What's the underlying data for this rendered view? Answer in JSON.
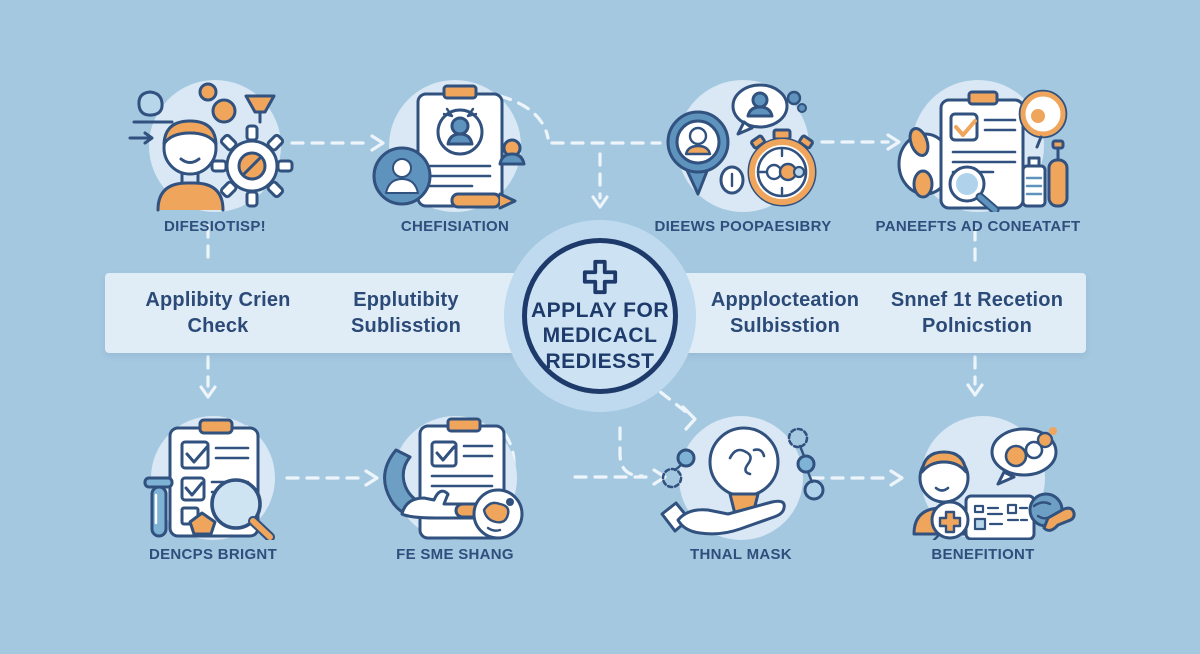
{
  "colors": {
    "background": "#a5c8e1",
    "band": "#e1edf6",
    "icon_circle": "#d9e8f4",
    "badge_halo": "#bfdaee",
    "badge_fill": "#cde3f3",
    "navy": "#1d3a6a",
    "outline_navy": "#31517f",
    "accent_orange": "#efa55c",
    "mid_blue": "#5e93bd",
    "light_blue": "#b7d6ea",
    "text_navy": "#2e4e7c",
    "connector_white": "#edf5fb"
  },
  "center": {
    "icon": "medical-cross-icon",
    "title": "APPLAY FOR\nMEDICACL\nREDIESST"
  },
  "band_labels": [
    {
      "text": "Applibity Crien\nCheck"
    },
    {
      "text": "Epplutibity\nSublisstion"
    },
    {
      "text": "Appplocteation\nSulbisstion"
    },
    {
      "text": "Snnef 1t Recetion\nPolnicstion"
    }
  ],
  "top_steps": [
    {
      "icon": "person-settings-icon",
      "label": "DIFESIOTISP!"
    },
    {
      "icon": "application-photo-form-icon",
      "label": "CHEFISIATION"
    },
    {
      "icon": "candidate-interview-timer-icon",
      "label": "DIEEWS POOPAESIBRY"
    },
    {
      "icon": "document-inspection-icon",
      "label": "PANEEFTS AD CONEATAFT"
    }
  ],
  "bottom_steps": [
    {
      "icon": "checklist-magnifier-icon",
      "label": "DENCPS BRIGNT"
    },
    {
      "icon": "form-signing-hand-icon",
      "label": "FE SME SHANG"
    },
    {
      "icon": "hand-lightbulb-icon",
      "label": "THNAL MASK"
    },
    {
      "icon": "benefits-consultation-icon",
      "label": "BENEFITIONT"
    }
  ]
}
